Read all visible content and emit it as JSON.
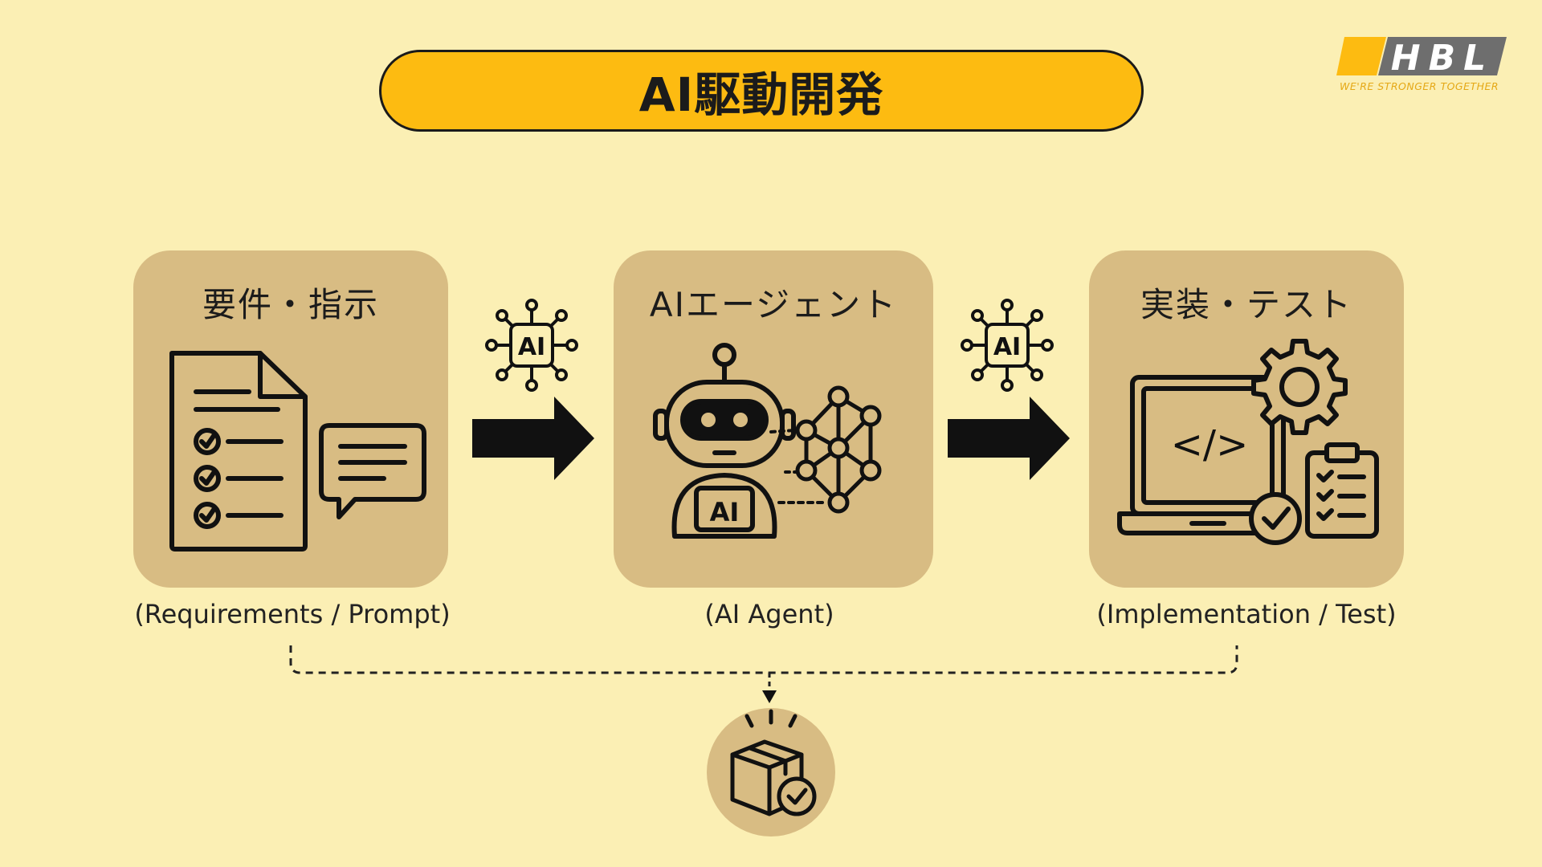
{
  "title": "AI駆動開発",
  "logo": {
    "text": "HBL",
    "tagline": "WE'RE STRONGER TOGETHER"
  },
  "chip_label": "AI",
  "steps": [
    {
      "title": "要件・指示",
      "caption": "(Requirements / Prompt)",
      "icon": "document-checklist-and-chat-bubble-icon"
    },
    {
      "title": "AIエージェント",
      "caption": "(AI Agent)",
      "icon": "robot-and-neural-network-icon",
      "badge": "AI"
    },
    {
      "title": "実装・テスト",
      "caption": "(Implementation / Test)",
      "icon": "laptop-code-gear-clipboard-icon",
      "code": "</>"
    }
  ],
  "result_icon": "package-check-icon",
  "colors": {
    "background": "#fbefb4",
    "title_pill": "#fdbb11",
    "card": "#d8bc83",
    "ink": "#1b1b1b"
  }
}
